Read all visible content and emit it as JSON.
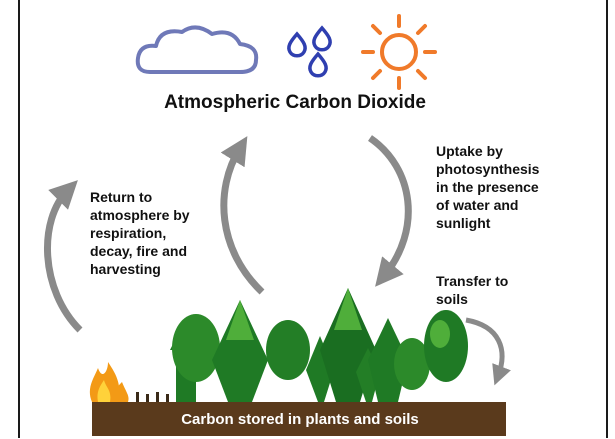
{
  "title": "Atmospheric Carbon Dioxide",
  "labels": {
    "return": "Return to\natmosphere by\nrespiration,\ndecay, fire and\nharvesting",
    "uptake": "Uptake by\nphotosynthesis\nin the presence\nof water and\nsunlight",
    "transfer": "Transfer to\nsoils"
  },
  "ground_label": "Carbon stored in plants and soils",
  "icons": [
    "cloud-icon",
    "water-drops-icon",
    "sun-icon",
    "fire-icon"
  ],
  "colors": {
    "cloud": "#6f79b8",
    "drops": "#2f3fb0",
    "sun": "#f07a2a",
    "arrow": "#8a8a8a",
    "tree": "#1f7a25",
    "tree_light": "#4fae3a",
    "soil": "#5a3a1c",
    "fire": "#f39a16"
  }
}
